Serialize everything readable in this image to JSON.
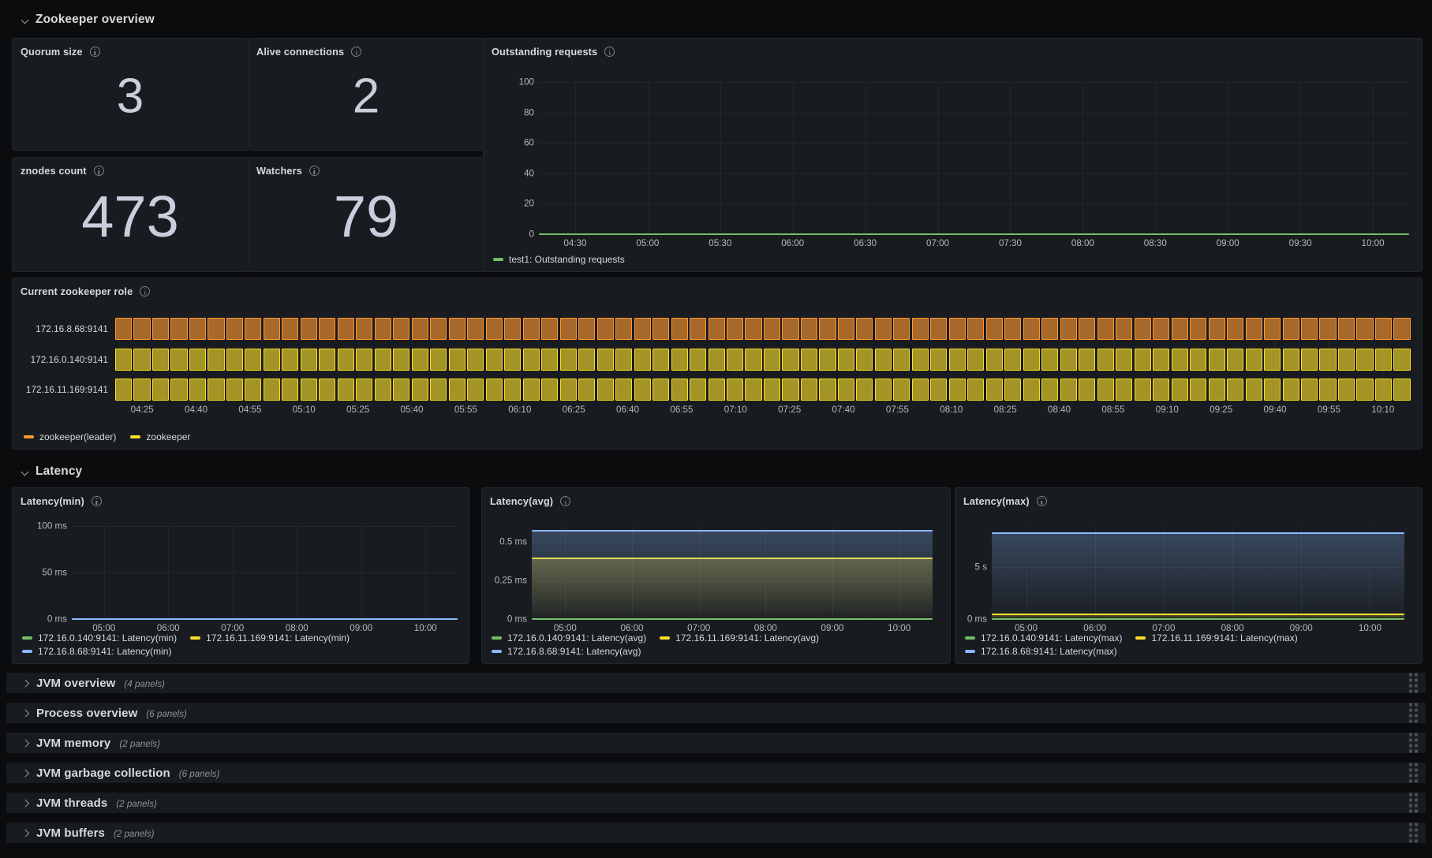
{
  "rows": {
    "zookeeper_overview": {
      "title": "Zookeeper overview",
      "caret": "chevron-down-icon"
    },
    "latency": {
      "title": "Latency",
      "caret": "chevron-down-icon"
    }
  },
  "stats": [
    {
      "title": "Quorum size",
      "value": "3",
      "info": "info-icon"
    },
    {
      "title": "Alive connections",
      "value": "2",
      "info": "info-icon"
    },
    {
      "title": "znodes count",
      "value": "473",
      "info": "info-icon"
    },
    {
      "title": "Watchers",
      "value": "79",
      "info": "info-icon"
    }
  ],
  "outstanding": {
    "title": "Outstanding requests",
    "legend": [
      {
        "label": "test1: Outstanding requests",
        "color": "#73bf69"
      }
    ]
  },
  "role_panel": {
    "title": "Current zookeeper role",
    "legend": [
      {
        "label": "zookeeper(leader)",
        "color": "#ff9830"
      },
      {
        "label": "zookeeper",
        "color": "#fade2a"
      }
    ]
  },
  "latency_min": {
    "title": "Latency(min)",
    "legend": [
      {
        "label": "172.16.0.140:9141: Latency(min)",
        "color": "#73bf69"
      },
      {
        "label": "172.16.11.169:9141: Latency(min)",
        "color": "#fade2a"
      },
      {
        "label": "172.16.8.68:9141: Latency(min)",
        "color": "#8ab8ff"
      }
    ]
  },
  "latency_avg": {
    "title": "Latency(avg)",
    "legend": [
      {
        "label": "172.16.0.140:9141: Latency(avg)",
        "color": "#73bf69"
      },
      {
        "label": "172.16.11.169:9141: Latency(avg)",
        "color": "#fade2a"
      },
      {
        "label": "172.16.8.68:9141: Latency(avg)",
        "color": "#8ab8ff"
      }
    ]
  },
  "latency_max": {
    "title": "Latency(max)",
    "legend": [
      {
        "label": "172.16.0.140:9141: Latency(max)",
        "color": "#73bf69"
      },
      {
        "label": "172.16.11.169:9141: Latency(max)",
        "color": "#fade2a"
      },
      {
        "label": "172.16.8.68:9141: Latency(max)",
        "color": "#8ab8ff"
      }
    ]
  },
  "collapsed_rows": [
    {
      "title": "JVM overview",
      "count": "(4 panels)",
      "caret": "chevron-right-icon"
    },
    {
      "title": "Process overview",
      "count": "(6 panels)",
      "caret": "chevron-right-icon"
    },
    {
      "title": "JVM memory",
      "count": "(2 panels)",
      "caret": "chevron-right-icon"
    },
    {
      "title": "JVM garbage collection",
      "count": "(6 panels)",
      "caret": "chevron-right-icon"
    },
    {
      "title": "JVM threads",
      "count": "(2 panels)",
      "caret": "chevron-right-icon"
    },
    {
      "title": "JVM buffers",
      "count": "(2 panels)",
      "caret": "chevron-right-icon"
    }
  ],
  "chart_data": [
    {
      "id": "outstanding-requests",
      "type": "line",
      "title": "Outstanding requests",
      "xlabel": "",
      "ylabel": "",
      "ylim": [
        0,
        100
      ],
      "yticks": [
        0,
        20,
        40,
        60,
        80,
        100
      ],
      "yticklabels": [
        "0",
        "20",
        "40",
        "60",
        "80",
        "100"
      ],
      "xticklabels": [
        "04:30",
        "05:00",
        "05:30",
        "06:00",
        "06:30",
        "07:00",
        "07:30",
        "08:00",
        "08:30",
        "09:00",
        "09:30",
        "10:00"
      ],
      "grid": true,
      "legend_position": "bottom-left",
      "series": [
        {
          "name": "test1: Outstanding requests",
          "color": "#73bf69",
          "constant_value": 0
        }
      ]
    },
    {
      "id": "current-zookeeper-role",
      "type": "state-timeline",
      "title": "Current zookeeper role",
      "rows": [
        "172.16.8.68:9141",
        "172.16.0.140:9141",
        "172.16.11.169:9141"
      ],
      "row_states": [
        "zookeeper(leader)",
        "zookeeper",
        "zookeeper"
      ],
      "row_colors": [
        "#ff9830",
        "#fade2a",
        "#fade2a"
      ],
      "segments_per_row": 70,
      "xticklabels": [
        "04:25",
        "04:40",
        "04:55",
        "05:10",
        "05:25",
        "05:40",
        "05:55",
        "06:10",
        "06:25",
        "06:40",
        "06:55",
        "07:10",
        "07:25",
        "07:40",
        "07:55",
        "08:10",
        "08:25",
        "08:40",
        "08:55",
        "09:10",
        "09:25",
        "09:40",
        "09:55",
        "10:10"
      ],
      "legend_position": "bottom-left",
      "legend": [
        {
          "name": "zookeeper(leader)",
          "color": "#ff9830"
        },
        {
          "name": "zookeeper",
          "color": "#fade2a"
        }
      ]
    },
    {
      "id": "latency-min",
      "type": "line",
      "title": "Latency(min)",
      "ylim": [
        0,
        100
      ],
      "yticks": [
        0,
        50,
        100
      ],
      "yticklabels": [
        "0 ms",
        "50 ms",
        "100 ms"
      ],
      "xticklabels": [
        "05:00",
        "06:00",
        "07:00",
        "08:00",
        "09:00",
        "10:00"
      ],
      "grid": true,
      "legend_position": "bottom-left",
      "series": [
        {
          "name": "172.16.0.140:9141: Latency(min)",
          "color": "#73bf69",
          "constant_value": 0
        },
        {
          "name": "172.16.11.169:9141: Latency(min)",
          "color": "#fade2a",
          "constant_value": 0
        },
        {
          "name": "172.16.8.68:9141: Latency(min)",
          "color": "#8ab8ff",
          "constant_value": 0
        }
      ]
    },
    {
      "id": "latency-avg",
      "type": "area",
      "title": "Latency(avg)",
      "ylim": [
        0,
        0.6
      ],
      "yticks": [
        0,
        0.25,
        0.5
      ],
      "yticklabels": [
        "0 ms",
        "0.25 ms",
        "0.5 ms"
      ],
      "xticklabels": [
        "05:00",
        "06:00",
        "07:00",
        "08:00",
        "09:00",
        "10:00"
      ],
      "grid": true,
      "legend_position": "bottom-left",
      "series": [
        {
          "name": "172.16.0.140:9141: Latency(avg)",
          "color": "#73bf69",
          "constant_value": 0
        },
        {
          "name": "172.16.11.169:9141: Latency(avg)",
          "color": "#fade2a",
          "constant_value": 0.39
        },
        {
          "name": "172.16.8.68:9141: Latency(avg)",
          "color": "#8ab8ff",
          "constant_value": 0.57
        }
      ]
    },
    {
      "id": "latency-max",
      "type": "area",
      "title": "Latency(max)",
      "ylim": [
        0,
        9
      ],
      "yticks": [
        0,
        5
      ],
      "yticklabels": [
        "0 ms",
        "5 s"
      ],
      "xticklabels": [
        "05:00",
        "06:00",
        "07:00",
        "08:00",
        "09:00",
        "10:00"
      ],
      "grid": true,
      "legend_position": "bottom-left",
      "series": [
        {
          "name": "172.16.0.140:9141: Latency(max)",
          "color": "#73bf69",
          "constant_value": 0
        },
        {
          "name": "172.16.11.169:9141: Latency(max)",
          "color": "#fade2a",
          "constant_value": 0.45
        },
        {
          "name": "172.16.8.68:9141: Latency(max)",
          "color": "#8ab8ff",
          "constant_value": 8.3
        }
      ]
    }
  ]
}
